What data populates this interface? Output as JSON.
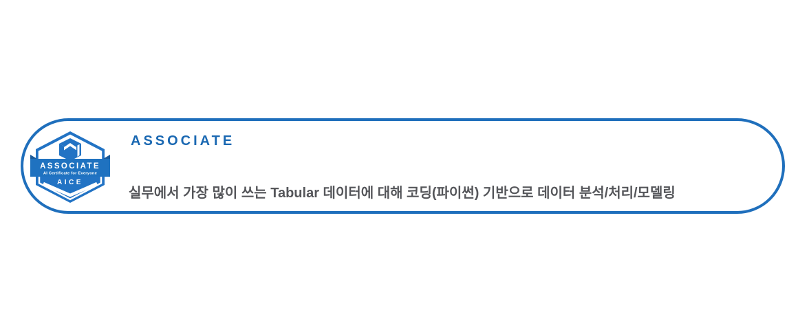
{
  "card": {
    "title": "ASSOCIATE",
    "description": "실무에서 가장 많이 쓰는 Tabular 데이터에 대해 코딩(파이썬) 기반으로 데이터 분석/처리/모델링"
  },
  "badge": {
    "ribbon_label": "ASSOCIATE",
    "ribbon_sublabel": "AI Certificate for Everyone",
    "footer_label": "AICE",
    "icon": "aice-isometric-cube-logo"
  },
  "colors": {
    "card_border_blue": "#1f6fbc",
    "badge_blue": "#2273c4",
    "ribbon_blue": "#1f72c0",
    "ribbon_fold_dark_blue": "#1a5a9a",
    "title_blue": "#1a68b2",
    "description_gray": "#55565a",
    "background": "#ffffff"
  }
}
